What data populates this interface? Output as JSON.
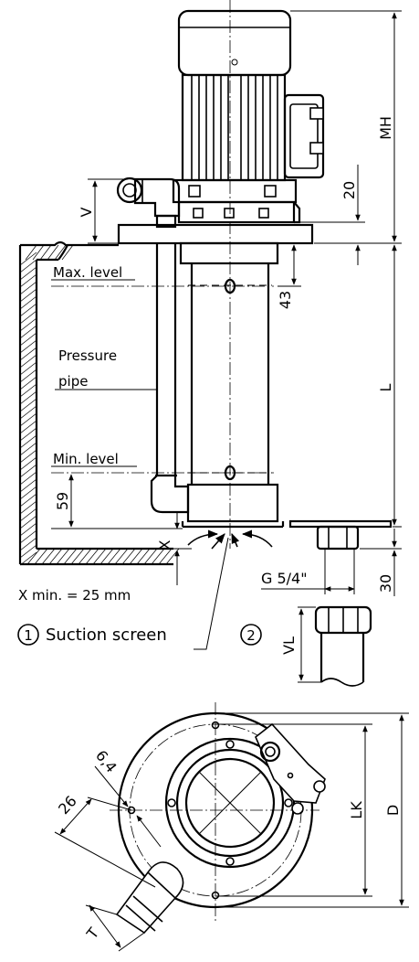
{
  "labels": {
    "max_level": "Max. level",
    "pressure_line1": "Pressure",
    "pressure_line2": "pipe",
    "min_level": "Min. level",
    "x_min": "X  min. = 25 mm",
    "suction_num": "1",
    "suction": "Suction screen",
    "option_num": "2"
  },
  "dimensions": {
    "mh": "MH",
    "v": "V",
    "twenty": "20",
    "fortythree": "43",
    "l": "L",
    "fiftynine": "59",
    "x": "X",
    "g": "G 5/4\"",
    "thirty": "30",
    "vl": "VL",
    "lk": "LK",
    "d": "D",
    "six_four": "6,4",
    "twentysix": "26",
    "t": "T"
  }
}
